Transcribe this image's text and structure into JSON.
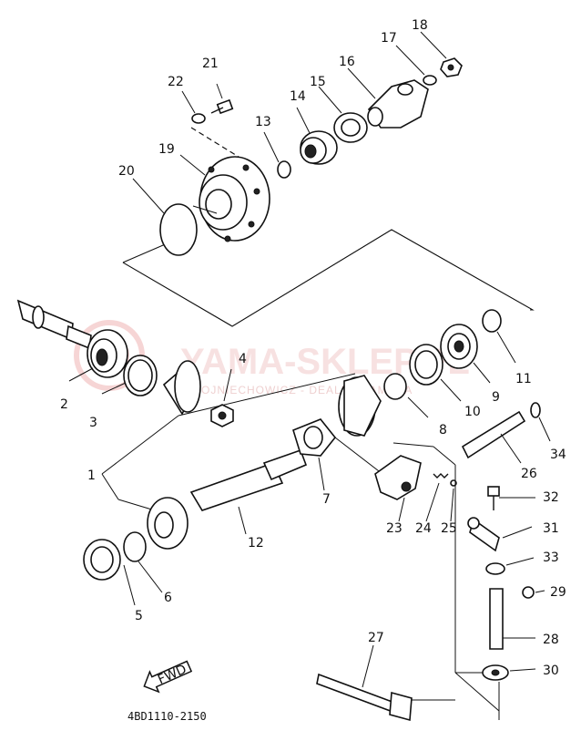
{
  "diagram": {
    "part_numbers": [
      "1",
      "2",
      "3",
      "4",
      "5",
      "6",
      "7",
      "8",
      "9",
      "10",
      "11",
      "12",
      "13",
      "14",
      "15",
      "16",
      "17",
      "18",
      "19",
      "20",
      "21",
      "22",
      "23",
      "24",
      "25",
      "26",
      "27",
      "28",
      "29",
      "30",
      "31",
      "32",
      "33",
      "34"
    ],
    "fwd_label": "FWD",
    "drawing_code": "4BD1110-2150"
  },
  "watermark": {
    "title": "YAMA-SKLEP.PL",
    "subtitle": "BOJNIECHOWICZ - DEALER YAMAHA",
    "color": "#e25050"
  }
}
